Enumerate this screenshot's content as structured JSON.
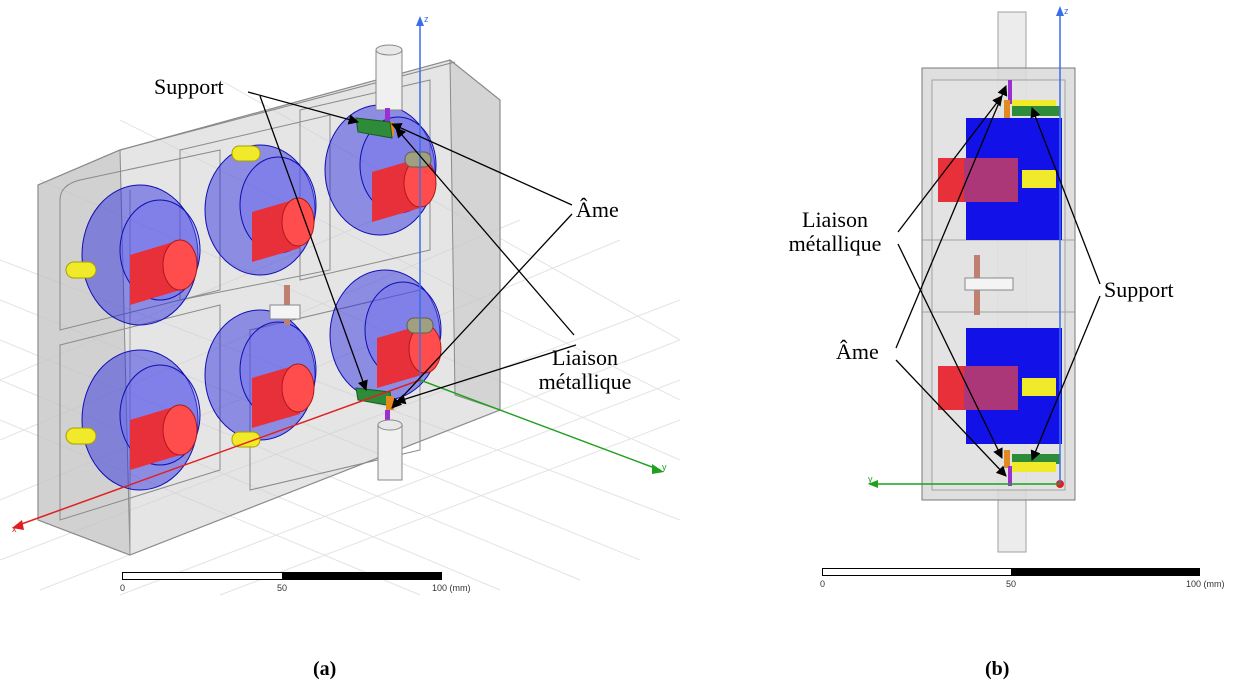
{
  "panel_a": {
    "labels": {
      "support": "Support",
      "ame": "Âme",
      "liaison_line1": "Liaison",
      "liaison_line2": "métallique"
    },
    "axes": {
      "z": "z",
      "y": "y",
      "x": "x"
    },
    "scale": {
      "start": "0",
      "mid": "50",
      "end": "100 (mm)"
    },
    "caption": "(a)"
  },
  "panel_b": {
    "labels": {
      "liaison_line1": "Liaison",
      "liaison_line2": "métallique",
      "support": "Support",
      "ame": "Âme"
    },
    "axes": {
      "z": "z",
      "y": "y"
    },
    "scale": {
      "start": "0",
      "mid": "50",
      "end": "100 (mm)"
    },
    "caption": "(b)"
  },
  "colors": {
    "housing": "#d4d4d4",
    "dielectric_blue": "#1010e0",
    "conductor_red": "#e8303a",
    "tuning_yellow": "#e8e020",
    "support_green": "#2e8b3a",
    "core_purple": "#9b30d0",
    "link_orange": "#e08a20",
    "axis_z": "#3a6ee8",
    "axis_y": "#20a020",
    "axis_x": "#e02020"
  }
}
